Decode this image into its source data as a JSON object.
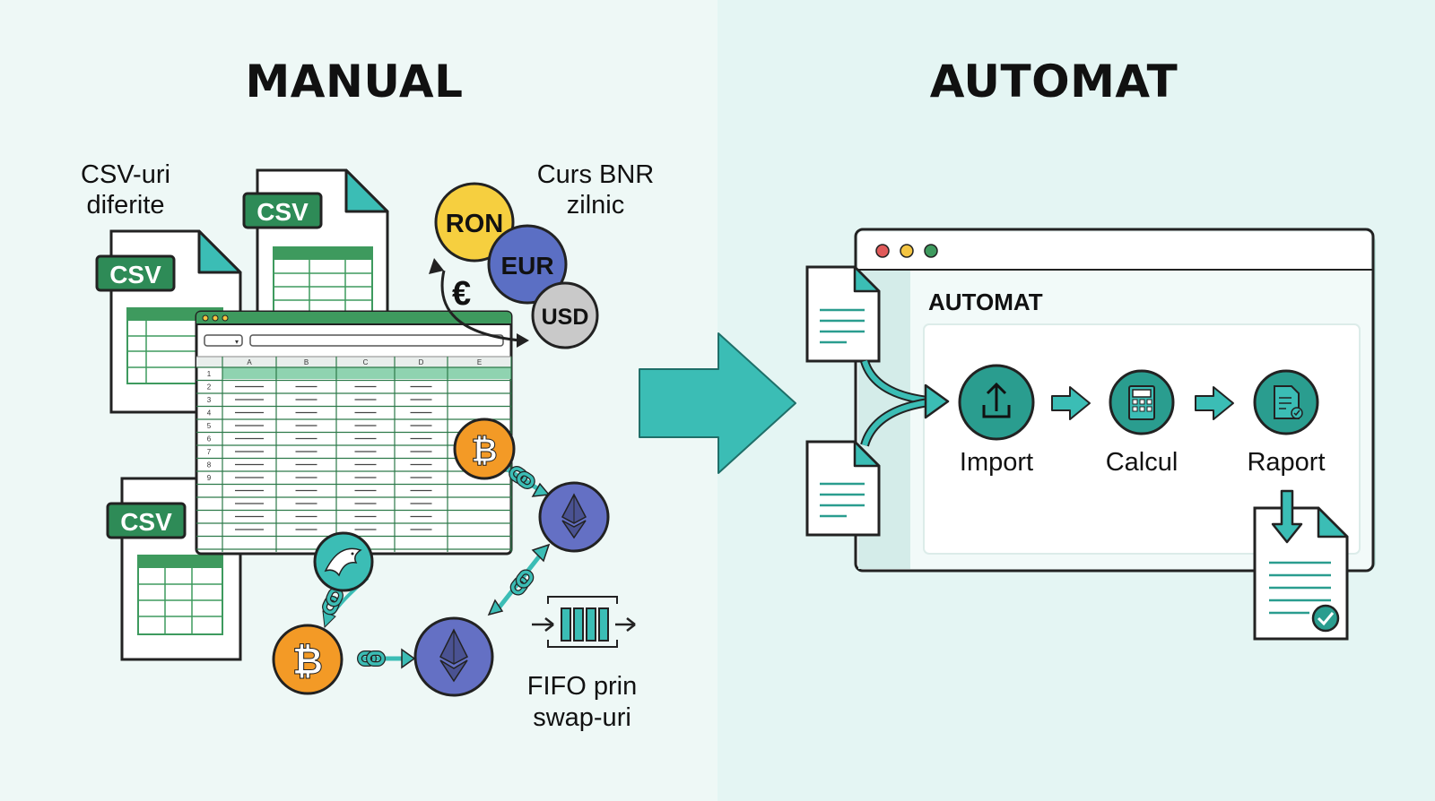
{
  "headings": {
    "left": "MANUAL",
    "right": "AUTOMAT"
  },
  "manual": {
    "csv_note": [
      "CSV-uri",
      "diferite"
    ],
    "csv_badge": "CSV",
    "rate_note": [
      "Curs BNR",
      "zilnic"
    ],
    "currencies": [
      "RON",
      "EUR",
      "USD"
    ],
    "euro_symbol": "€",
    "spreadsheet": {
      "columns": [
        "A",
        "B",
        "C",
        "D",
        "E"
      ],
      "rows": [
        "1",
        "2",
        "3",
        "4",
        "5",
        "6",
        "7",
        "8",
        "9"
      ]
    },
    "bitcoin_symbol": "₿",
    "fifo_note": [
      "FIFO prin",
      "swap-uri"
    ]
  },
  "automat": {
    "window_title": "AUTOMAT",
    "steps": [
      "Import",
      "Calcul",
      "Raport"
    ]
  },
  "colors": {
    "teal": "#3bbdb5",
    "dark_teal": "#2a9d8f",
    "csv_green": "#2e8b57",
    "sheet_green": "#3e9a5e",
    "ron_yellow": "#f6cf3f",
    "eur_blue": "#5b6fc4",
    "usd_gray": "#c9c9c9",
    "btc_orange": "#f39a26",
    "eth_purple": "#6470c4"
  }
}
